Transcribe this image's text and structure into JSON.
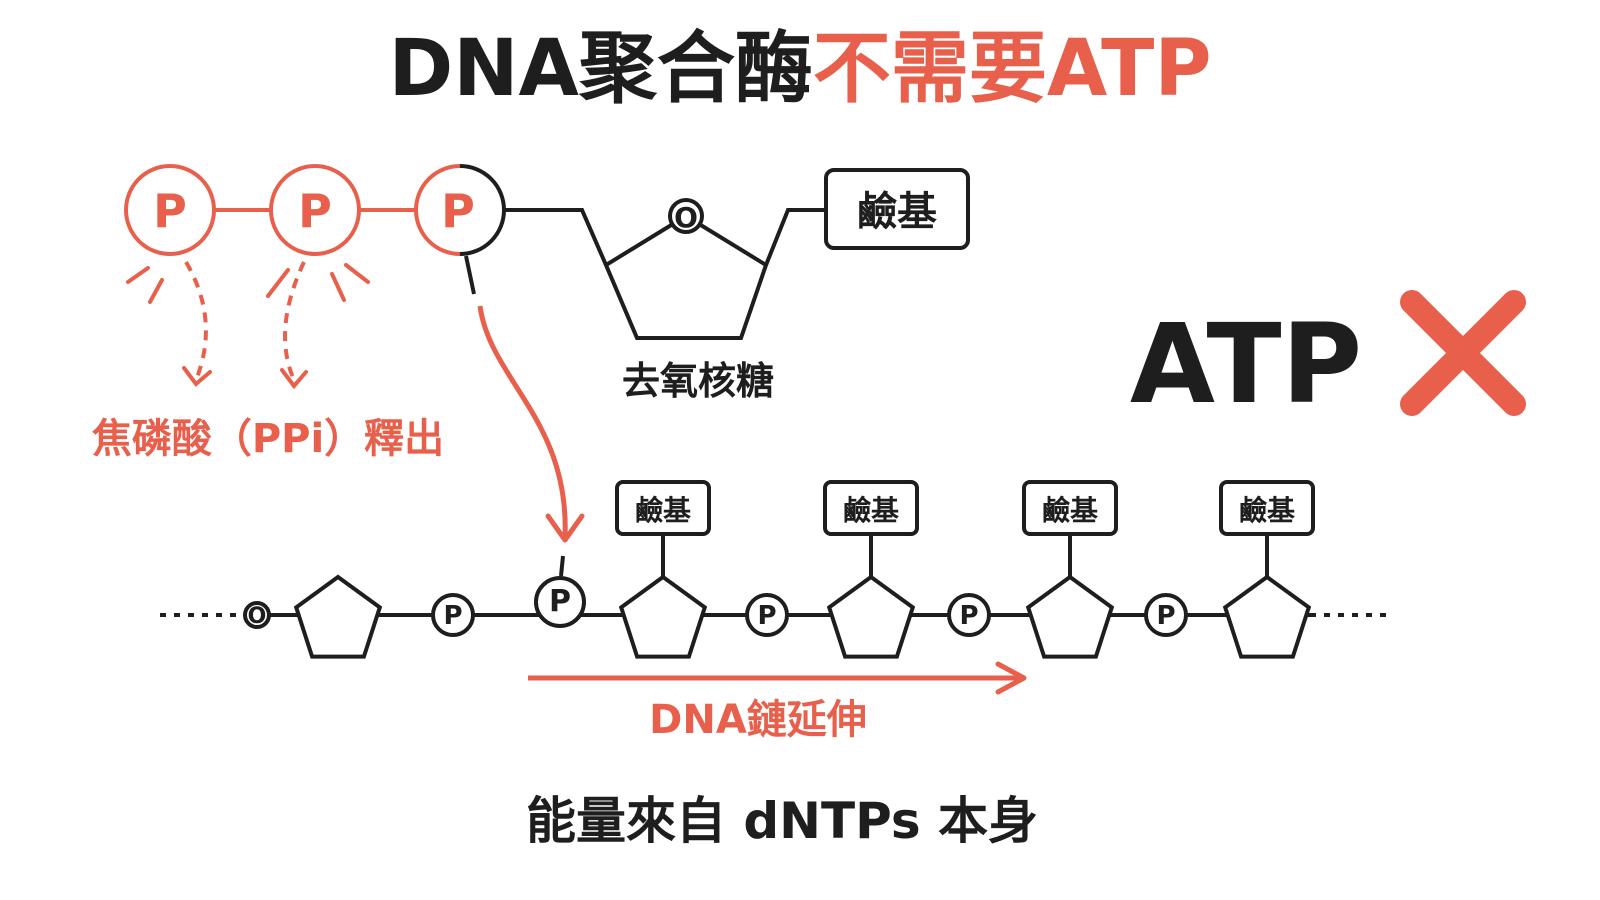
{
  "title": {
    "part1": "DNA聚合酶",
    "part2": "不需要ATP"
  },
  "triphosphate": {
    "phosphate_label": "P",
    "base_label": "鹼基",
    "sugar_label": "去氧核糖",
    "ring_oxygen": "O"
  },
  "ppi_release_label": "焦磷酸（PPi）釋出",
  "atp_label": "ATP",
  "atp_mark_icon": "cross-icon",
  "chain": {
    "start_oxygen": "O",
    "phosphate_label": "P",
    "base_label": "鹼基"
  },
  "elongation_label": "DNA鏈延伸",
  "energy_note": "能量來自 dNTPs 本身",
  "colors": {
    "accent": "#e8604c",
    "ink": "#1e1e1e"
  }
}
